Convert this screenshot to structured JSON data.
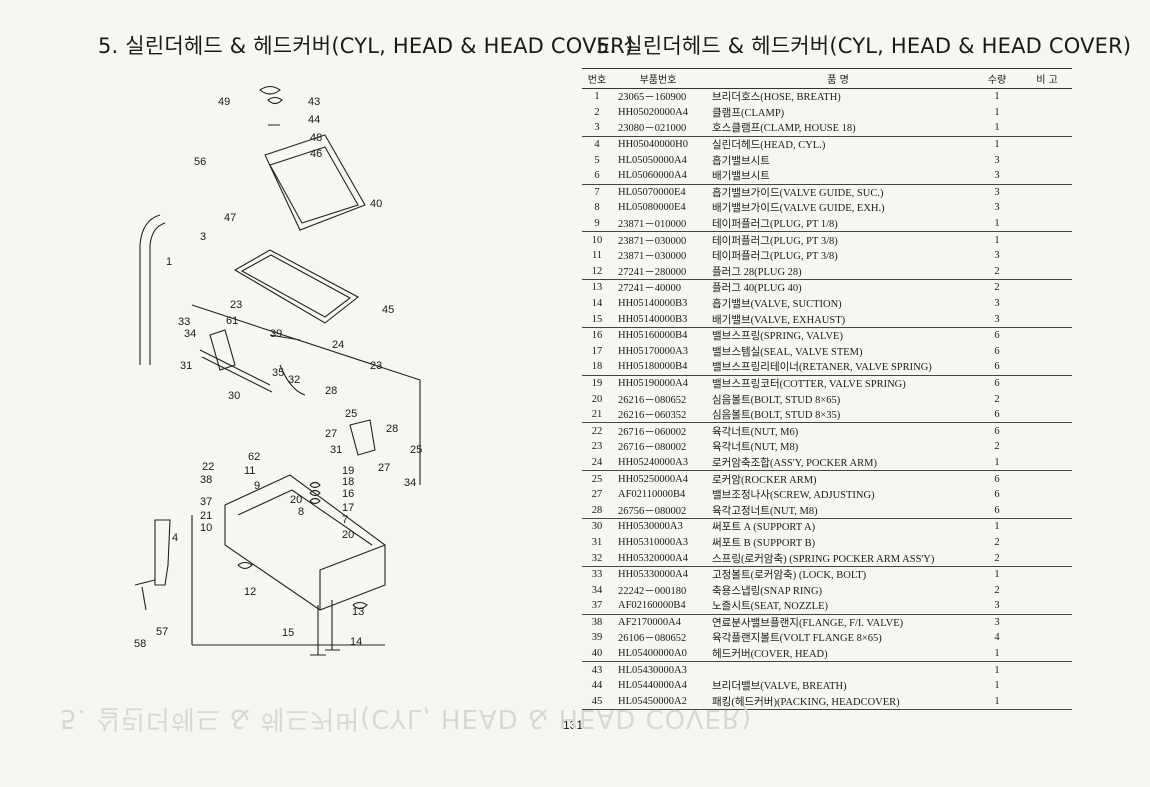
{
  "title_left": "5. 실린더헤드 & 헤드커버(CYL, HEAD & HEAD COVER)",
  "title_right": "5. 실린더헤드 & 헤드커버(CYL, HEAD & HEAD COVER)",
  "page_number": "131",
  "mirrored_text": "5. 실린더헤드 & 헤드커버(CYL, HEAD & HEAD COVER)",
  "table": {
    "headers": {
      "no": "번호",
      "part": "부품번호",
      "name": "품     명",
      "qty": "수량",
      "note": "비  고"
    },
    "rows": [
      {
        "no": "1",
        "part": "23065－160900",
        "name": "브리더호스(HOSE, BREATH)",
        "qty": "1"
      },
      {
        "no": "2",
        "part": "HH05020000A4",
        "name": "클램프(CLAMP)",
        "qty": "1"
      },
      {
        "no": "3",
        "part": "23080－021000",
        "name": "호스클램프(CLAMP, HOUSE 18)",
        "qty": "1"
      },
      {
        "no": "4",
        "part": "HH05040000H0",
        "name": "실린더헤드(HEAD, CYL.)",
        "qty": "1"
      },
      {
        "no": "5",
        "part": "HL05050000A4",
        "name": "흡기밸브시트",
        "qty": "3"
      },
      {
        "no": "6",
        "part": "HL05060000A4",
        "name": "배기밸브시트",
        "qty": "3"
      },
      {
        "no": "7",
        "part": "HL05070000E4",
        "name": "흡기밸브가이드(VALVE GUIDE, SUC.)",
        "qty": "3"
      },
      {
        "no": "8",
        "part": "HL05080000E4",
        "name": "배기밸브가이드(VALVE GUIDE, EXH.)",
        "qty": "3"
      },
      {
        "no": "9",
        "part": "23871－010000",
        "name": "테이퍼플러그(PLUG, PT 1/8)",
        "qty": "1"
      },
      {
        "no": "10",
        "part": "23871－030000",
        "name": "테이퍼플러그(PLUG, PT 3/8)",
        "qty": "1"
      },
      {
        "no": "11",
        "part": "23871－030000",
        "name": "테이퍼플러그(PLUG, PT 3/8)",
        "qty": "3"
      },
      {
        "no": "12",
        "part": "27241－280000",
        "name": "플러그 28(PLUG 28)",
        "qty": "2"
      },
      {
        "no": "13",
        "part": "27241－40000",
        "name": "플러그 40(PLUG 40)",
        "qty": "2"
      },
      {
        "no": "14",
        "part": "HH05140000B3",
        "name": "흡기밸브(VALVE, SUCTION)",
        "qty": "3"
      },
      {
        "no": "15",
        "part": "HH05140000B3",
        "name": "배기밸브(VALVE, EXHAUST)",
        "qty": "3"
      },
      {
        "no": "16",
        "part": "HH05160000B4",
        "name": "밸브스프링(SPRING, VALVE)",
        "qty": "6"
      },
      {
        "no": "17",
        "part": "HH05170000A3",
        "name": "밸브스템실(SEAL, VALVE STEM)",
        "qty": "6"
      },
      {
        "no": "18",
        "part": "HH05180000B4",
        "name": "밸브스프링리테이너(RETANER, VALVE SPRING)",
        "qty": "6"
      },
      {
        "no": "19",
        "part": "HH05190000A4",
        "name": "밸브스프링코터(COTTER, VALVE SPRING)",
        "qty": "6"
      },
      {
        "no": "20",
        "part": "26216－080652",
        "name": "심음볼트(BOLT, STUD 8×65)",
        "qty": "2"
      },
      {
        "no": "21",
        "part": "26216－060352",
        "name": "심음볼트(BOLT, STUD 8×35)",
        "qty": "6"
      },
      {
        "no": "22",
        "part": "26716－060002",
        "name": "육각너트(NUT, M6)",
        "qty": "6"
      },
      {
        "no": "23",
        "part": "26716－080002",
        "name": "육각너트(NUT, M8)",
        "qty": "2"
      },
      {
        "no": "24",
        "part": "HH05240000A3",
        "name": "로커암축조합(ASS'Y, POCKER ARM)",
        "qty": "1"
      },
      {
        "no": "25",
        "part": "HH05250000A4",
        "name": "로커암(ROCKER ARM)",
        "qty": "6"
      },
      {
        "no": "27",
        "part": "AF02110000B4",
        "name": "밸브조정나사(SCREW, ADJUSTING)",
        "qty": "6"
      },
      {
        "no": "28",
        "part": "26756－080002",
        "name": "육각고정너트(NUT, M8)",
        "qty": "6"
      },
      {
        "no": "30",
        "part": "HH0530000A3",
        "name": "써포트 A (SUPPORT A)",
        "qty": "1"
      },
      {
        "no": "31",
        "part": "HH05310000A3",
        "name": "써포트 B (SUPPORT B)",
        "qty": "2"
      },
      {
        "no": "32",
        "part": "HH05320000A4",
        "name": "스프링(로커암축) (SPRING POCKER ARM ASS'Y)",
        "qty": "2"
      },
      {
        "no": "33",
        "part": "HH05330000A4",
        "name": "고정볼트(로커암축) (LOCK, BOLT)",
        "qty": "1"
      },
      {
        "no": "34",
        "part": "22242－000180",
        "name": "축용스냅링(SNAP RING)",
        "qty": "2"
      },
      {
        "no": "37",
        "part": "AF02160000B4",
        "name": "노즐시트(SEAT, NOZZLE)",
        "qty": "3"
      },
      {
        "no": "38",
        "part": "AF2170000A4",
        "name": "연료분사밸브플랜지(FLANGE, F/I. VALVE)",
        "qty": "3"
      },
      {
        "no": "39",
        "part": "26106－080652",
        "name": "육각플랜지볼트(VOLT FLANGE 8×65)",
        "qty": "4"
      },
      {
        "no": "40",
        "part": "HL05400000A0",
        "name": "헤드커버(COVER, HEAD)",
        "qty": "1"
      },
      {
        "no": "43",
        "part": "HL05430000A3",
        "name": "",
        "qty": "1"
      },
      {
        "no": "44",
        "part": "HL05440000A4",
        "name": "브리더밸브(VALVE, BREATH)",
        "qty": "1"
      },
      {
        "no": "45",
        "part": "HL05450000A2",
        "name": "패킹(헤드커버)(PACKING, HEADCOVER)",
        "qty": "1"
      }
    ]
  },
  "diagram_labels": {
    "l1": "1",
    "l3": "3",
    "l4": "4",
    "l7": "7",
    "l8": "8",
    "l9": "9",
    "l10": "10",
    "l11": "11",
    "l12": "12",
    "l13": "13",
    "l14": "14",
    "l15": "15",
    "l16": "16",
    "l17": "17",
    "l18": "18",
    "l19": "19",
    "l20": "20",
    "l20b": "20",
    "l21": "21",
    "l22": "22",
    "l23": "23",
    "l23b": "23",
    "l24": "24",
    "l25": "25",
    "l25b": "25",
    "l27": "27",
    "l27b": "27",
    "l28": "28",
    "l28b": "28",
    "l30": "30",
    "l31": "31",
    "l31b": "31",
    "l32": "32",
    "l33": "33",
    "l34": "34",
    "l34b": "34",
    "l35": "35",
    "l37": "37",
    "l38": "38",
    "l39": "39",
    "l40": "40",
    "l43": "43",
    "l44": "44",
    "l45": "45",
    "l46": "46",
    "l47": "47",
    "l48": "48",
    "l49": "49",
    "l56": "56",
    "l57": "57",
    "l58": "58",
    "l61": "61",
    "l62": "62"
  }
}
